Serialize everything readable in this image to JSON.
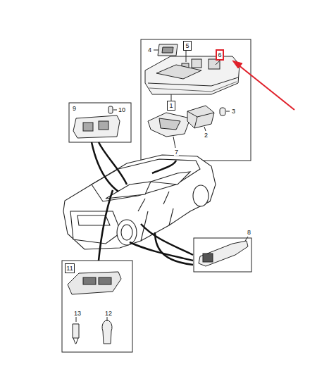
{
  "diagram": {
    "nodes": [
      {
        "text": [
          "5"
        ]
      },
      {
        "text": [
          "6"
        ]
      },
      {
        "text": [
          "1"
        ]
      },
      {
        "text": [
          "11"
        ]
      }
    ],
    "labels": [
      "4",
      "3",
      "2",
      "7",
      "9",
      "10",
      "8",
      "13",
      "12"
    ]
  }
}
